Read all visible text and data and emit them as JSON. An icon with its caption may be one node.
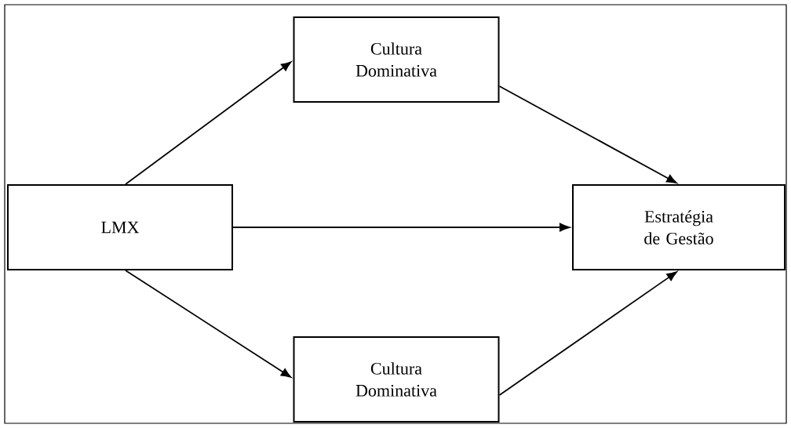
{
  "diagram": {
    "nodes": [
      {
        "text": [
          "LMX"
        ]
      },
      {
        "text": [
          "Cultura Dominativa"
        ]
      },
      {
        "text": [
          "Estratégia de Gestão"
        ]
      },
      {
        "text": [
          "Cultura Dominativa"
        ]
      }
    ],
    "edges": [
      {
        "from": 0,
        "to": 1,
        "arrow": "to"
      },
      {
        "from": 1,
        "to": 2,
        "arrow": "to"
      },
      {
        "from": 0,
        "to": 2,
        "arrow": "to"
      },
      {
        "from": 0,
        "to": 3,
        "arrow": "to"
      },
      {
        "from": 3,
        "to": 2,
        "arrow": "to"
      }
    ]
  }
}
